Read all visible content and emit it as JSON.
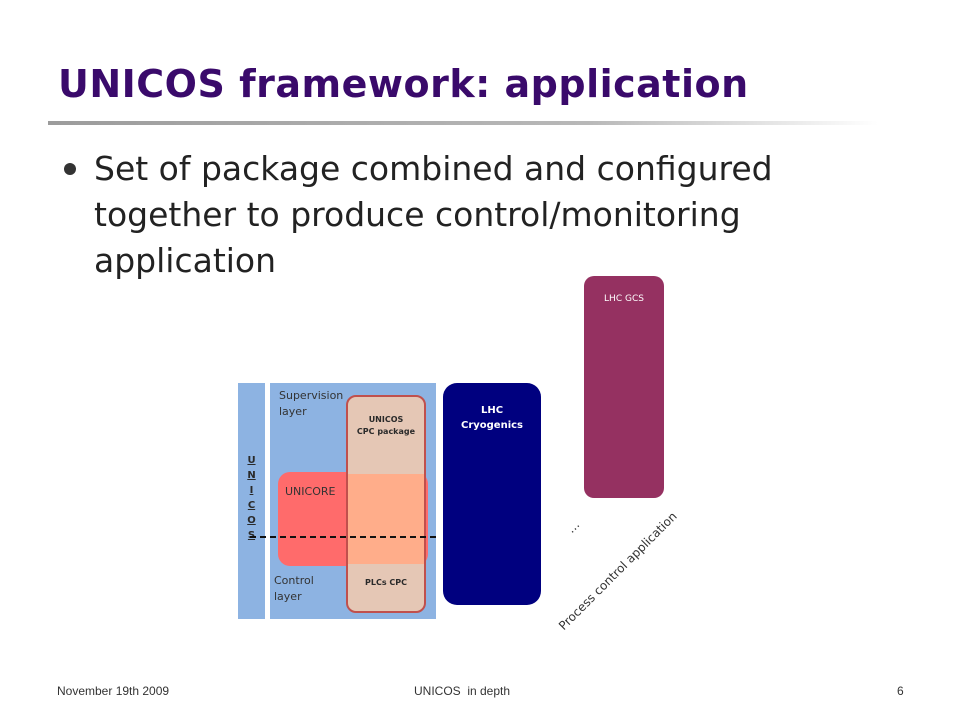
{
  "slide": {
    "title": "UNICOS framework: application",
    "bullet": {
      "line1": "Set of package combined and configured",
      "line2": "together to produce control/monitoring",
      "line3": "application"
    }
  },
  "diagram": {
    "unicos_letters": [
      "U",
      "N",
      "I",
      "C",
      "O",
      "S"
    ],
    "supervision_line1": "Supervision",
    "supervision_line2": "layer",
    "control_line1": "Control",
    "control_line2": "layer",
    "unicore": "UNICORE",
    "cpc_line1": "UNICOS",
    "cpc_line2": "CPC package",
    "plcs_cpc": "PLCs CPC",
    "cryo_line1": "LHC",
    "cryo_line2": "Cryogenics",
    "lhc_gcs": "LHC GCS",
    "ellipsis": "…",
    "process_label": "Process control application",
    "colors": {
      "layer_blue": "#8db3e2",
      "unicore_red": "#ff6b6b",
      "cpc_tan": "#e5c7b5",
      "overlap_salmon": "#ffad8a",
      "cpc_border": "#c0504d",
      "cryo_navy": "#00007f",
      "gcs_maroon": "#953161"
    }
  },
  "footer": {
    "date": "November 19th 2009",
    "center": "UNICOS  in depth",
    "page": "6"
  }
}
